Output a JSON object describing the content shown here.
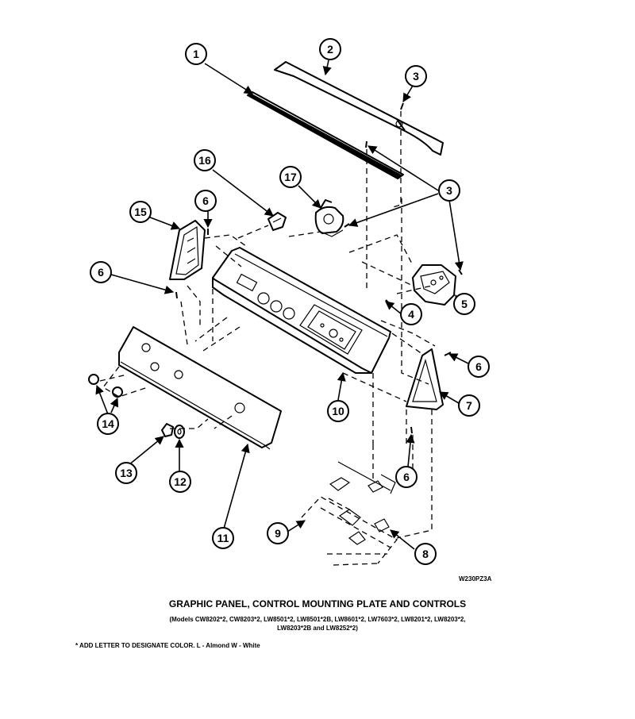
{
  "diagram": {
    "drawing_code": "W230PZ3A",
    "callouts": [
      {
        "id": "callout-1",
        "number": "1"
      },
      {
        "id": "callout-2",
        "number": "2"
      },
      {
        "id": "callout-3-top",
        "number": "3"
      },
      {
        "id": "callout-3-mid",
        "number": "3"
      },
      {
        "id": "callout-4",
        "number": "4"
      },
      {
        "id": "callout-5",
        "number": "5"
      },
      {
        "id": "callout-6-upper-left",
        "number": "6"
      },
      {
        "id": "callout-6-left",
        "number": "6"
      },
      {
        "id": "callout-6-right",
        "number": "6"
      },
      {
        "id": "callout-6-bottom",
        "number": "6"
      },
      {
        "id": "callout-7",
        "number": "7"
      },
      {
        "id": "callout-8",
        "number": "8"
      },
      {
        "id": "callout-9",
        "number": "9"
      },
      {
        "id": "callout-10",
        "number": "10"
      },
      {
        "id": "callout-11",
        "number": "11"
      },
      {
        "id": "callout-12",
        "number": "12"
      },
      {
        "id": "callout-13",
        "number": "13"
      },
      {
        "id": "callout-14",
        "number": "14"
      },
      {
        "id": "callout-15",
        "number": "15"
      },
      {
        "id": "callout-16",
        "number": "16"
      },
      {
        "id": "callout-17",
        "number": "17"
      }
    ]
  },
  "caption": {
    "title": "GRAPHIC PANEL, CONTROL MOUNTING PLATE AND CONTROLS",
    "models_line1": "(Models CW8202*2, CW8203*2, LW8501*2, LW8501*2B, LW8601*2, LW7603*2, LW8201*2, LW8203*2,",
    "models_line2": "LW8203*2B and LW8252*2)",
    "note": "* ADD LETTER TO DESIGNATE COLOR.  L - Almond  W - White"
  }
}
